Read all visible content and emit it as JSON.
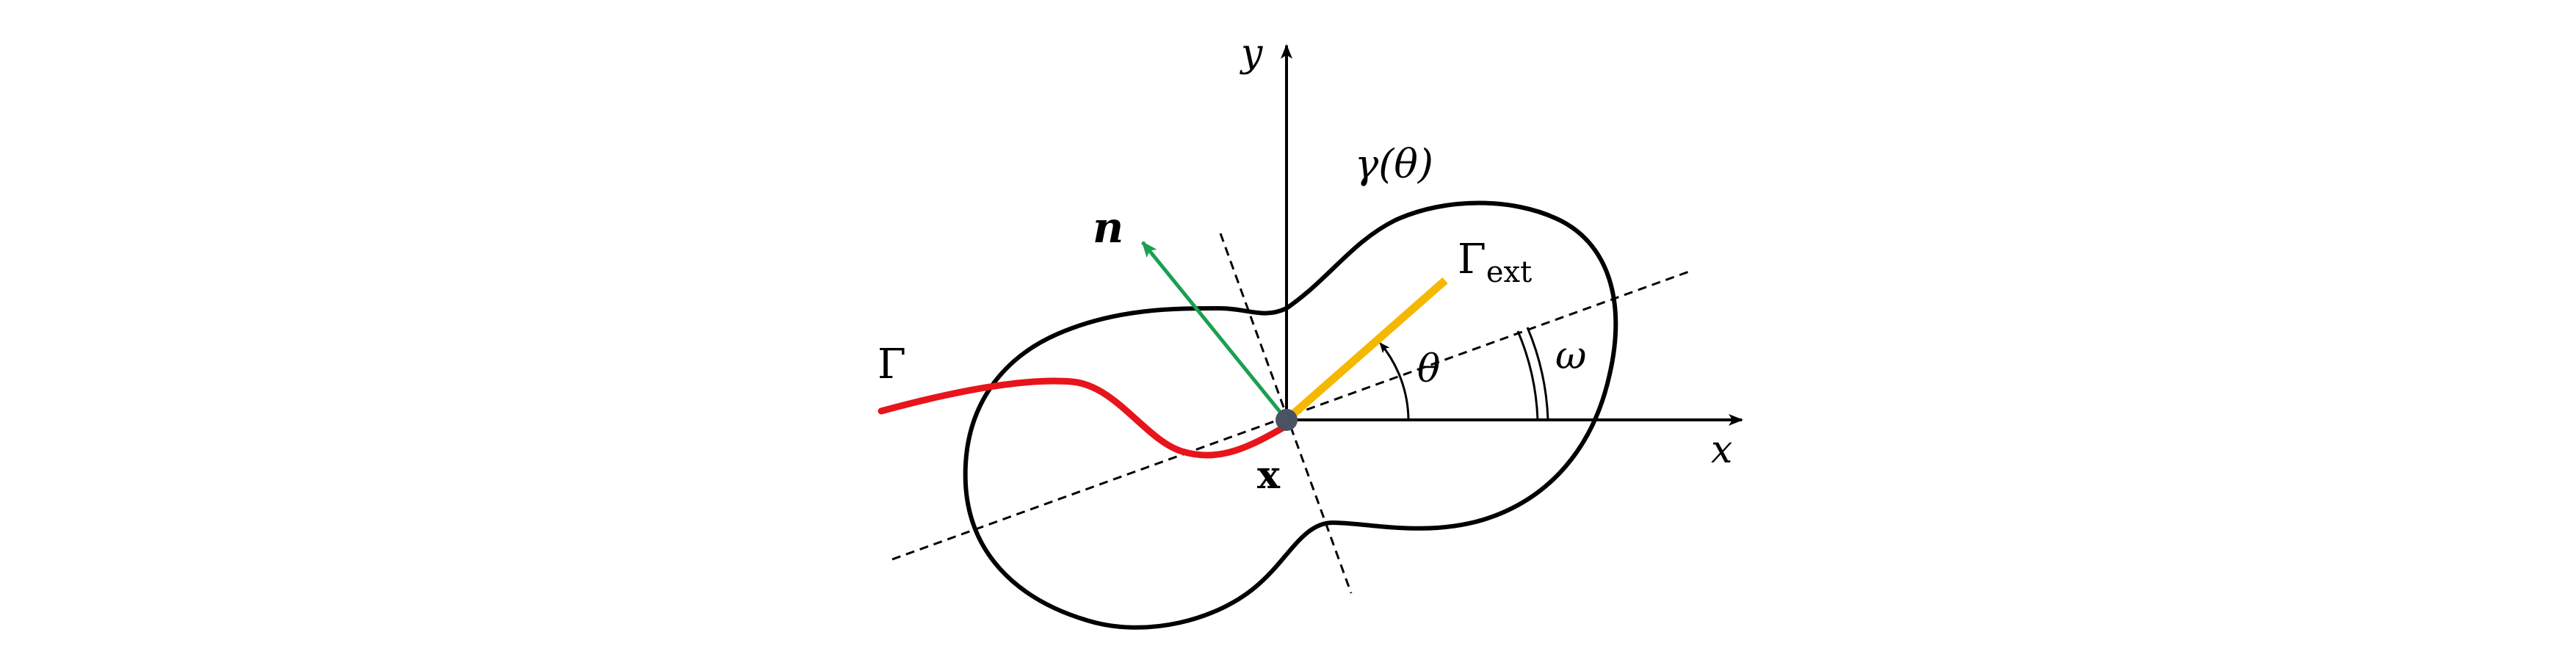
{
  "diagram": {
    "labels": {
      "y_axis": "y",
      "x_axis": "x",
      "gamma_curve": "γ(θ)",
      "normal_vector": "n",
      "gamma_ext_base": "Γ",
      "gamma_ext_sub": "ext",
      "gamma_crack": "Γ",
      "theta_angle": "θ",
      "omega_angle": "ω",
      "point": "x"
    },
    "colors": {
      "curve": "#000000",
      "crack": "#e8141b",
      "gamma_ext": "#f5b800",
      "normal": "#1aa050",
      "point": "#4a5263",
      "axes": "#000000"
    }
  }
}
